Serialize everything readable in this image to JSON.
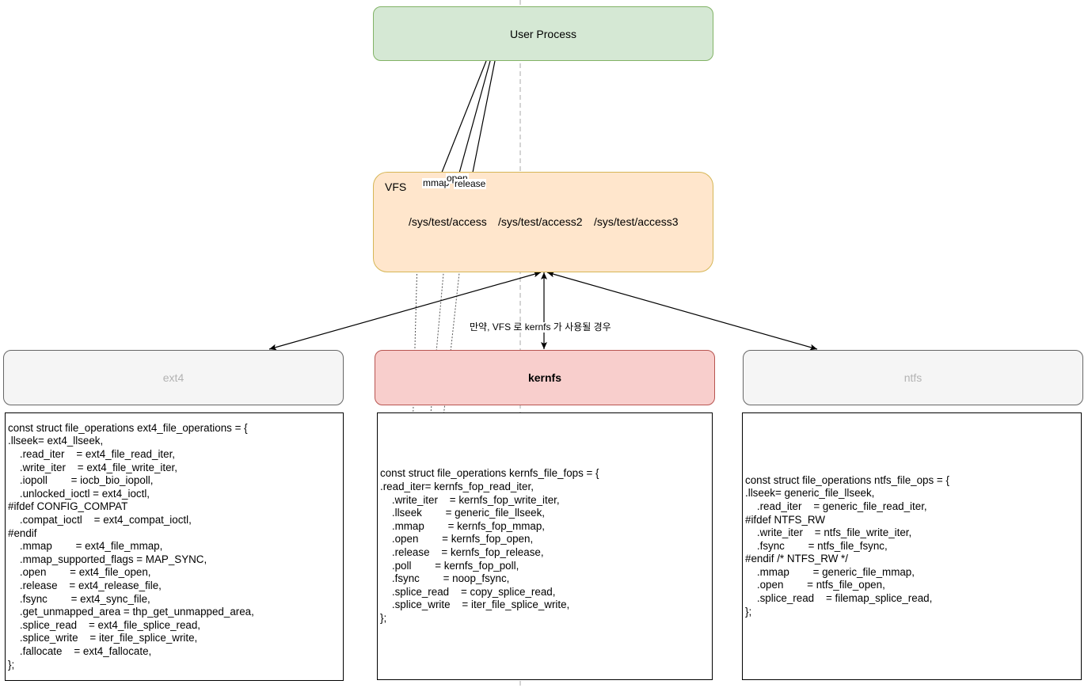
{
  "user_process": {
    "label": "User Process"
  },
  "vfs": {
    "title": "VFS",
    "paths": [
      "/sys/test/access",
      "/sys/test/access2",
      "/sys/test/access3"
    ]
  },
  "edge_labels": {
    "mmap": "mmap",
    "open": "open",
    "release": "release",
    "kernfs_note": "만약, VFS 로 kernfs 가 사용될 경우"
  },
  "filesystems": {
    "ext4": {
      "label": "ext4"
    },
    "kernfs": {
      "label": "kernfs"
    },
    "ntfs": {
      "label": "ntfs"
    }
  },
  "code": {
    "ext4": [
      "const struct file_operations ext4_file_operations = {",
      ".llseek= ext4_llseek,",
      "    .read_iter    = ext4_file_read_iter,",
      "    .write_iter    = ext4_file_write_iter,",
      "    .iopoll        = iocb_bio_iopoll,",
      "    .unlocked_ioctl = ext4_ioctl,",
      "#ifdef CONFIG_COMPAT",
      "    .compat_ioctl    = ext4_compat_ioctl,",
      "#endif",
      "    .mmap        = ext4_file_mmap,",
      "    .mmap_supported_flags = MAP_SYNC,",
      "    .open        = ext4_file_open,",
      "    .release    = ext4_release_file,",
      "    .fsync        = ext4_sync_file,",
      "    .get_unmapped_area = thp_get_unmapped_area,",
      "    .splice_read    = ext4_file_splice_read,",
      "    .splice_write    = iter_file_splice_write,",
      "    .fallocate    = ext4_fallocate,",
      "};"
    ],
    "kernfs": [
      "const struct file_operations kernfs_file_fops = {",
      ".read_iter= kernfs_fop_read_iter,",
      "    .write_iter    = kernfs_fop_write_iter,",
      "    .llseek        = generic_file_llseek,",
      "    .mmap        = kernfs_fop_mmap,",
      "    .open        = kernfs_fop_open,",
      "    .release    = kernfs_fop_release,",
      "    .poll        = kernfs_fop_poll,",
      "    .fsync        = noop_fsync,",
      "    .splice_read    = copy_splice_read,",
      "    .splice_write    = iter_file_splice_write,",
      "};"
    ],
    "ntfs": [
      "const struct file_operations ntfs_file_ops = {",
      ".llseek= generic_file_llseek,",
      "    .read_iter    = generic_file_read_iter,",
      "#ifdef NTFS_RW",
      "    .write_iter    = ntfs_file_write_iter,",
      "    .fsync        = ntfs_file_fsync,",
      "#endif /* NTFS_RW */",
      "    .mmap        = generic_file_mmap,",
      "    .open        = ntfs_file_open,",
      "    .splice_read    = filemap_splice_read,",
      "};"
    ]
  },
  "colors": {
    "user_process_fill": "#d5e8d4",
    "user_process_stroke": "#82b366",
    "vfs_fill": "#ffe6cc",
    "vfs_stroke": "#d6b656",
    "kernfs_fill": "#f8cecc",
    "kernfs_stroke": "#b85450",
    "inactive_fill": "#f5f5f5",
    "inactive_text": "#b3b3b3"
  }
}
